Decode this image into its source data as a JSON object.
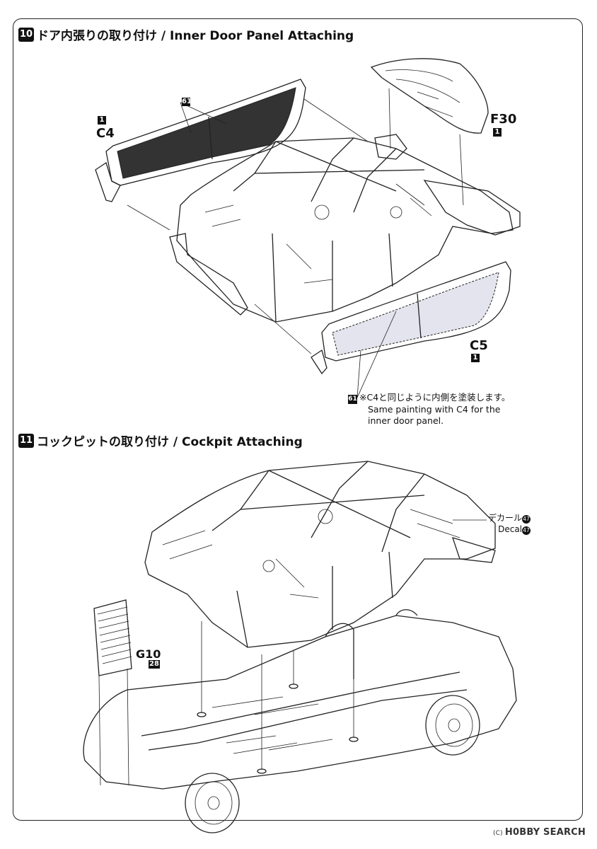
{
  "step10": {
    "number": "10",
    "title": "ドア内張りの取り付け / Inner Door Panel Attaching",
    "label_c4": "C4",
    "label_c5": "C5",
    "label_f30": "F30",
    "sprue_c4": "1",
    "sprue_c5": "1",
    "sprue_f30": "1",
    "paint_code": "61",
    "note_paint_code": "61",
    "note_jp": "※C4と同じように内側を塗装します。",
    "note_en_1": "Same painting with C4 for the",
    "note_en_2": "inner door panel."
  },
  "step11": {
    "number": "11",
    "title": "コックピットの取り付け / Cockpit Attaching",
    "decal_jp": "デカール",
    "decal_en": "Decal",
    "decal_num_1": "47",
    "decal_num_2": "47",
    "label_g10": "G10",
    "paint_g10": "28"
  },
  "watermark": {
    "copyright": "(C)",
    "text": "H0BBY SEARCH"
  },
  "colors": {
    "line": "#222222",
    "c4_fill": "#333333",
    "c5_fill": "#e4e4ee"
  }
}
